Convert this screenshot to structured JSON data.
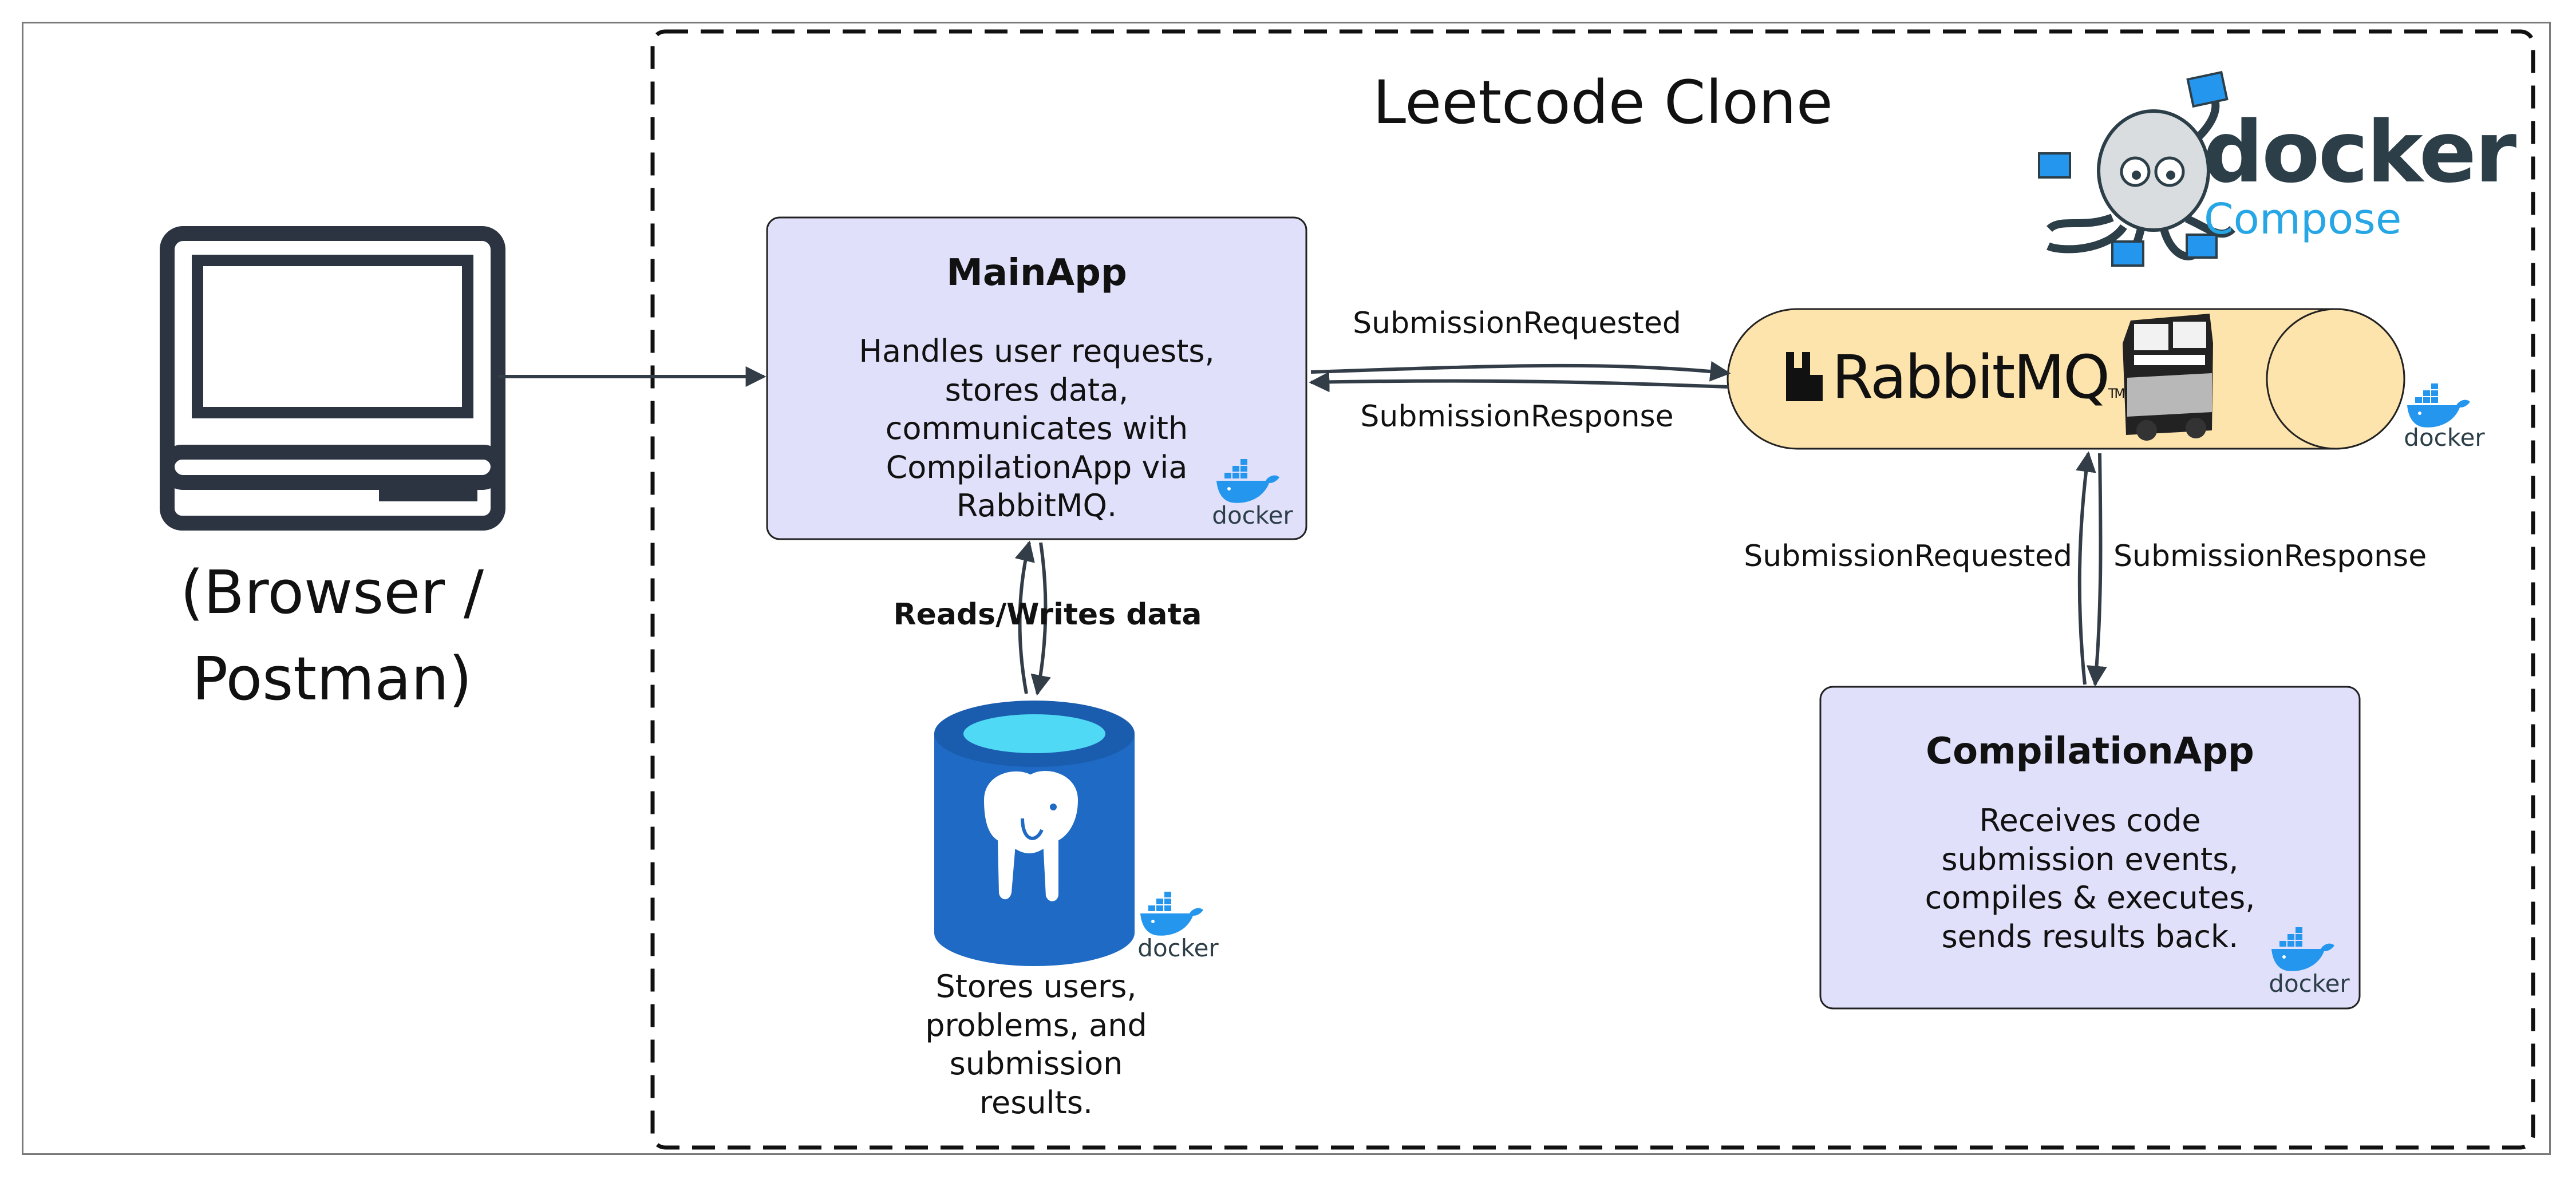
{
  "diagram": {
    "title": "Leetcode Clone",
    "client": {
      "line1": "(Browser /",
      "line2": "Postman)",
      "icon": "computer-icon"
    },
    "logo": {
      "docker_word": "docker",
      "compose_word": "Compose",
      "icon": "docker-compose-octopus-icon"
    },
    "main_app": {
      "title": "MainApp",
      "description_lines": [
        "Handles user requests,",
        "stores data,",
        "communicates with",
        "CompilationApp via",
        "RabbitMQ."
      ],
      "badge": "docker"
    },
    "rabbitmq": {
      "brand": "RabbitMQ",
      "trademark": "TM",
      "badge": "docker",
      "icon": "masstransit-bus-icon"
    },
    "compilation_app": {
      "title": "CompilationApp",
      "description_lines": [
        "Receives code",
        "submission events,",
        "compiles & executes,",
        "sends results back."
      ],
      "badge": "docker"
    },
    "database": {
      "icon": "postgresql-elephant-icon",
      "badge": "docker",
      "description_lines": [
        "Stores users,",
        "problems, and",
        "submission",
        "results."
      ]
    },
    "edges": {
      "main_to_rabbit": "SubmissionRequested",
      "rabbit_to_main": "SubmissionResponse",
      "rabbit_to_compile": "SubmissionRequested",
      "compile_to_rabbit": "SubmissionResponse",
      "main_db": "Reads/Writes data"
    },
    "colors": {
      "app_box_fill": "#e0e0fb",
      "rabbit_fill": "#fde3ac",
      "db_blue": "#1f6ac4",
      "db_cyan": "#4fd9f5",
      "docker_blue": "#2496ed",
      "compose_blue": "#27a6e5",
      "ink": "#2b3440"
    }
  }
}
